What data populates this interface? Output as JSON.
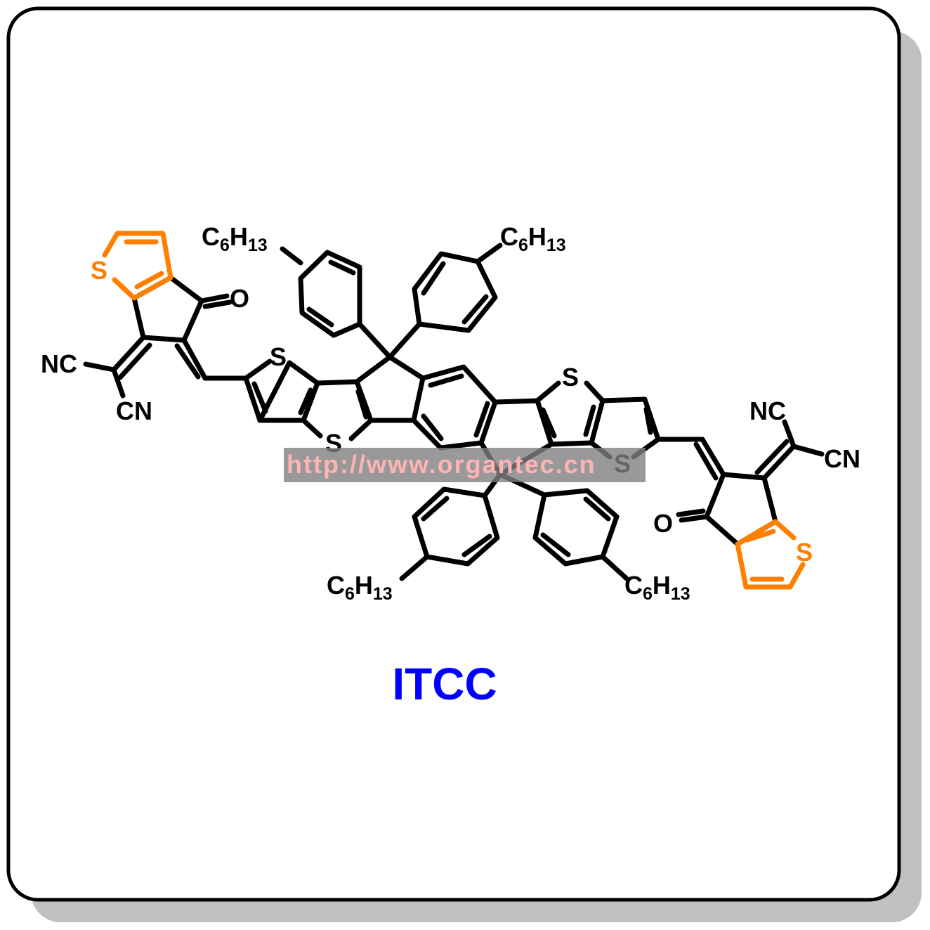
{
  "compound": {
    "name": "ITCC",
    "name_color": "#0000ff"
  },
  "labels": {
    "nc": "NC",
    "cn": "CN",
    "o": "O",
    "s": "S",
    "c6h13_c": "C",
    "c6h13_6": "6",
    "c6h13_h": "H",
    "c6h13_13": "13"
  },
  "watermark": {
    "text": "http://www.organtec.cn"
  },
  "colors": {
    "bond": "#000000",
    "thiophene_accent": "#ff8000",
    "frame_border": "#000000",
    "frame_shadow": "#c0c0c0",
    "watermark_band": "#808080",
    "watermark_text": "#ffb4b4"
  }
}
